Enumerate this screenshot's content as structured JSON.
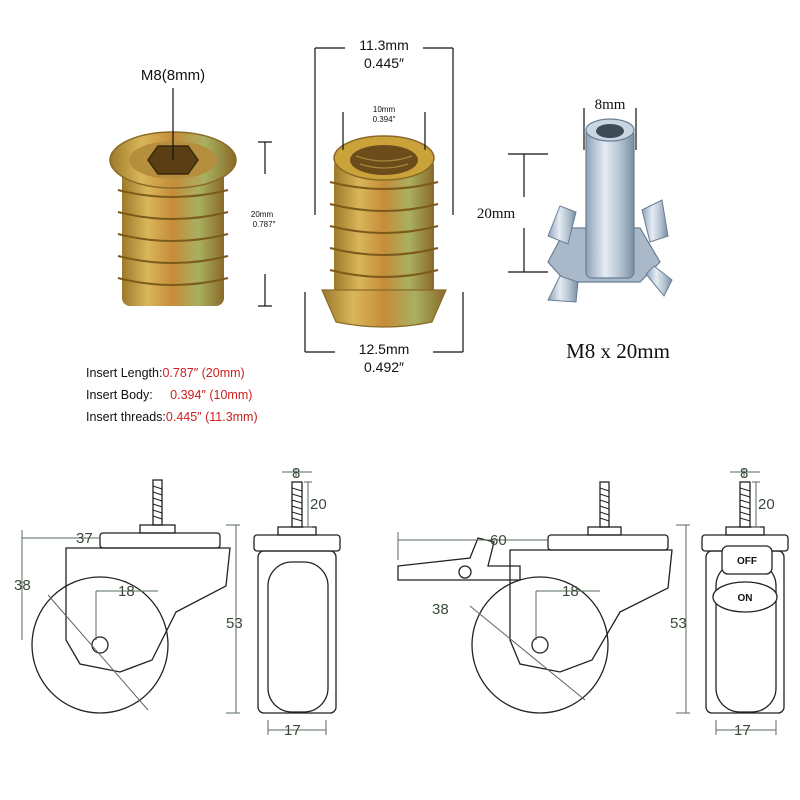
{
  "insert_left": {
    "thread_label": "M8(8mm)",
    "length_mm": "20mm",
    "length_in": "0.787″"
  },
  "insert_mid": {
    "top_mm": "11.3mm",
    "top_in": "0.445″",
    "inner_mm": "10mm",
    "inner_in": "0.394″",
    "bottom_mm": "12.5mm",
    "bottom_in": "0.492″"
  },
  "tee_nut": {
    "thread_label": "8mm",
    "height_label": "20mm",
    "size_label": "M8 x 20mm"
  },
  "specs": [
    {
      "key": "Insert Length:",
      "value": "0.787″  (20mm)"
    },
    {
      "key": "Insert Body:",
      "value": "  0.394″  (10mm)"
    },
    {
      "key": "Insert threads:",
      "value": "0.445″  (11.3mm)"
    }
  ],
  "caster_plain": {
    "dim_width": "37",
    "dim_wheel": "38",
    "dim_offset": "18",
    "dim_height": "53",
    "dim_stem_d": "8",
    "dim_stem_len": "20",
    "dim_wheel_w": "17"
  },
  "caster_brake": {
    "dim_width": "60",
    "dim_wheel": "38",
    "dim_offset": "18",
    "dim_height": "53",
    "dim_stem_d": "8",
    "dim_stem_len": "20",
    "dim_wheel_w": "17",
    "brake_off": "OFF",
    "brake_on": "ON"
  },
  "colors": {
    "brass": "#c9a23a",
    "zinc": "#b9c7d6",
    "spec_red": "#cc1f1f",
    "dim_green": "#5a6b5a"
  }
}
